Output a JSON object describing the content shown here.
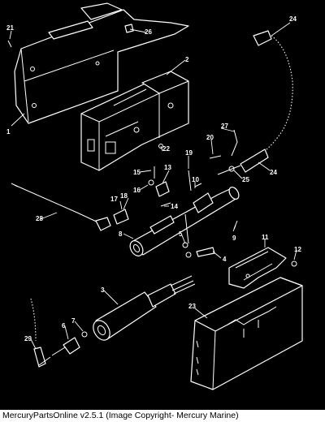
{
  "caption": "MercuryPartsOnline v2.5.1 (Image Copyright- Mercury Marine)",
  "colors": {
    "background": "#000000",
    "line_art": "#ffffff",
    "caption_bar": "#ffffff",
    "caption_text": "#000000"
  },
  "callouts": [
    {
      "id": "c1",
      "text": "1"
    },
    {
      "id": "c2",
      "text": "2"
    },
    {
      "id": "c3",
      "text": "3"
    },
    {
      "id": "c4",
      "text": "4"
    },
    {
      "id": "c5",
      "text": "5"
    },
    {
      "id": "c6",
      "text": "6"
    },
    {
      "id": "c7",
      "text": "7"
    },
    {
      "id": "c8",
      "text": "8"
    },
    {
      "id": "c9",
      "text": "9"
    },
    {
      "id": "c10",
      "text": "10"
    },
    {
      "id": "c11",
      "text": "11"
    },
    {
      "id": "c12",
      "text": "12"
    },
    {
      "id": "c13",
      "text": "13"
    },
    {
      "id": "c14",
      "text": "14"
    },
    {
      "id": "c15",
      "text": "15"
    },
    {
      "id": "c16",
      "text": "16"
    },
    {
      "id": "c17",
      "text": "17"
    },
    {
      "id": "c18",
      "text": "18"
    },
    {
      "id": "c19",
      "text": "19"
    },
    {
      "id": "c20",
      "text": "20"
    },
    {
      "id": "c21",
      "text": "21"
    },
    {
      "id": "c22",
      "text": "22"
    },
    {
      "id": "c23",
      "text": "23"
    },
    {
      "id": "c24a",
      "text": "24"
    },
    {
      "id": "c24b",
      "text": "24"
    },
    {
      "id": "c25",
      "text": "25"
    },
    {
      "id": "c26",
      "text": "26"
    },
    {
      "id": "c27",
      "text": "27"
    },
    {
      "id": "c28",
      "text": "28"
    },
    {
      "id": "c29",
      "text": "29"
    }
  ]
}
